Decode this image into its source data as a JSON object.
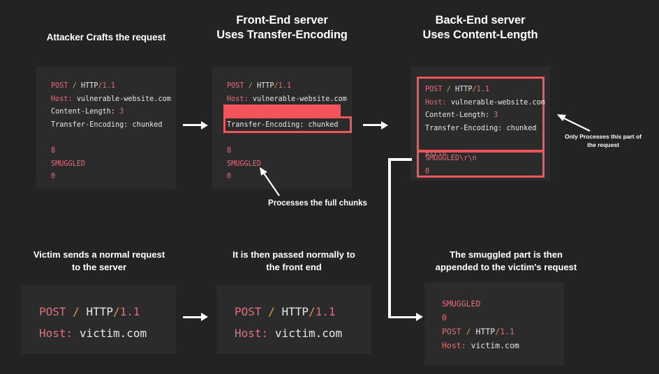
{
  "page": {
    "background": "#232323",
    "block_background": "#2b2b2b",
    "accent_red": "#f4545c",
    "text_white": "#ffffff"
  },
  "headings": {
    "attacker": "Attacker Crafts the request",
    "frontend_line1": "Front-End server",
    "frontend_line2": "Uses Transfer-Encoding",
    "backend_line1": "Back-End server",
    "backend_line2": "Uses Content-Length"
  },
  "attacker_request": {
    "method": "POST",
    "slash": "/",
    "protocol": "HTTP",
    "version": "1.1",
    "host_key": "Host:",
    "host_value": "vulnerable-website.com",
    "content_length_key": "Content-Length:",
    "content_length_value": "3",
    "transfer_encoding_key": "Transfer-Encoding:",
    "transfer_encoding_value": "chunked",
    "chunk_size": "8",
    "chunk_body": "SMUGGLED",
    "chunk_end": "0"
  },
  "frontend_request": {
    "method": "POST",
    "slash": "/",
    "protocol": "HTTP",
    "version": "1.1",
    "host_key": "Host:",
    "host_value": "vulnerable-website.com",
    "transfer_encoding_line": "Transfer-Encoding: chunked",
    "chunk_size": "8",
    "chunk_body": "SMUGGLED",
    "chunk_end": "0"
  },
  "backend_request": {
    "method": "POST",
    "slash": "/",
    "protocol": "HTTP",
    "version": "1.1",
    "host_key": "Host:",
    "host_value": "vulnerable-website.com",
    "content_length_key": "Content-Length:",
    "content_length_value": "3",
    "transfer_encoding_key": "Transfer-Encoding:",
    "transfer_encoding_value": "chunked",
    "chunk_size": "8\\r\\n",
    "chunk_body": "SMUGGLED\\r\\n",
    "chunk_end": "0"
  },
  "annotations": {
    "only_processes_line1": "Only Processes this part of",
    "only_processes_line2": "the request",
    "processes_full_chunks": "Processes the full chunks"
  },
  "bottom": {
    "victim_caption_line1": "Victim sends a normal request",
    "victim_caption_line2": "to the server",
    "passed_caption_line1": "It is then passed normally to",
    "passed_caption_line2": "the front end",
    "smuggled_caption_line1": "The smuggled part is then",
    "smuggled_caption_line2": "appended to the victim's request"
  },
  "victim_request": {
    "method": "POST",
    "slash": "/",
    "protocol": "HTTP",
    "version": "1.1",
    "host_key": "Host:",
    "host_value": "victim.com"
  },
  "frontend_victim_request": {
    "method": "POST",
    "slash": "/",
    "protocol": "HTTP",
    "version": "1.1",
    "host_key": "Host:",
    "host_value": "victim.com"
  },
  "appended_request": {
    "chunk_body": "SMUGGLED",
    "chunk_end": "0",
    "method": "POST",
    "slash": "/",
    "protocol": "HTTP",
    "version": "1.1",
    "host_key": "Host:",
    "host_value": "victim.com"
  }
}
